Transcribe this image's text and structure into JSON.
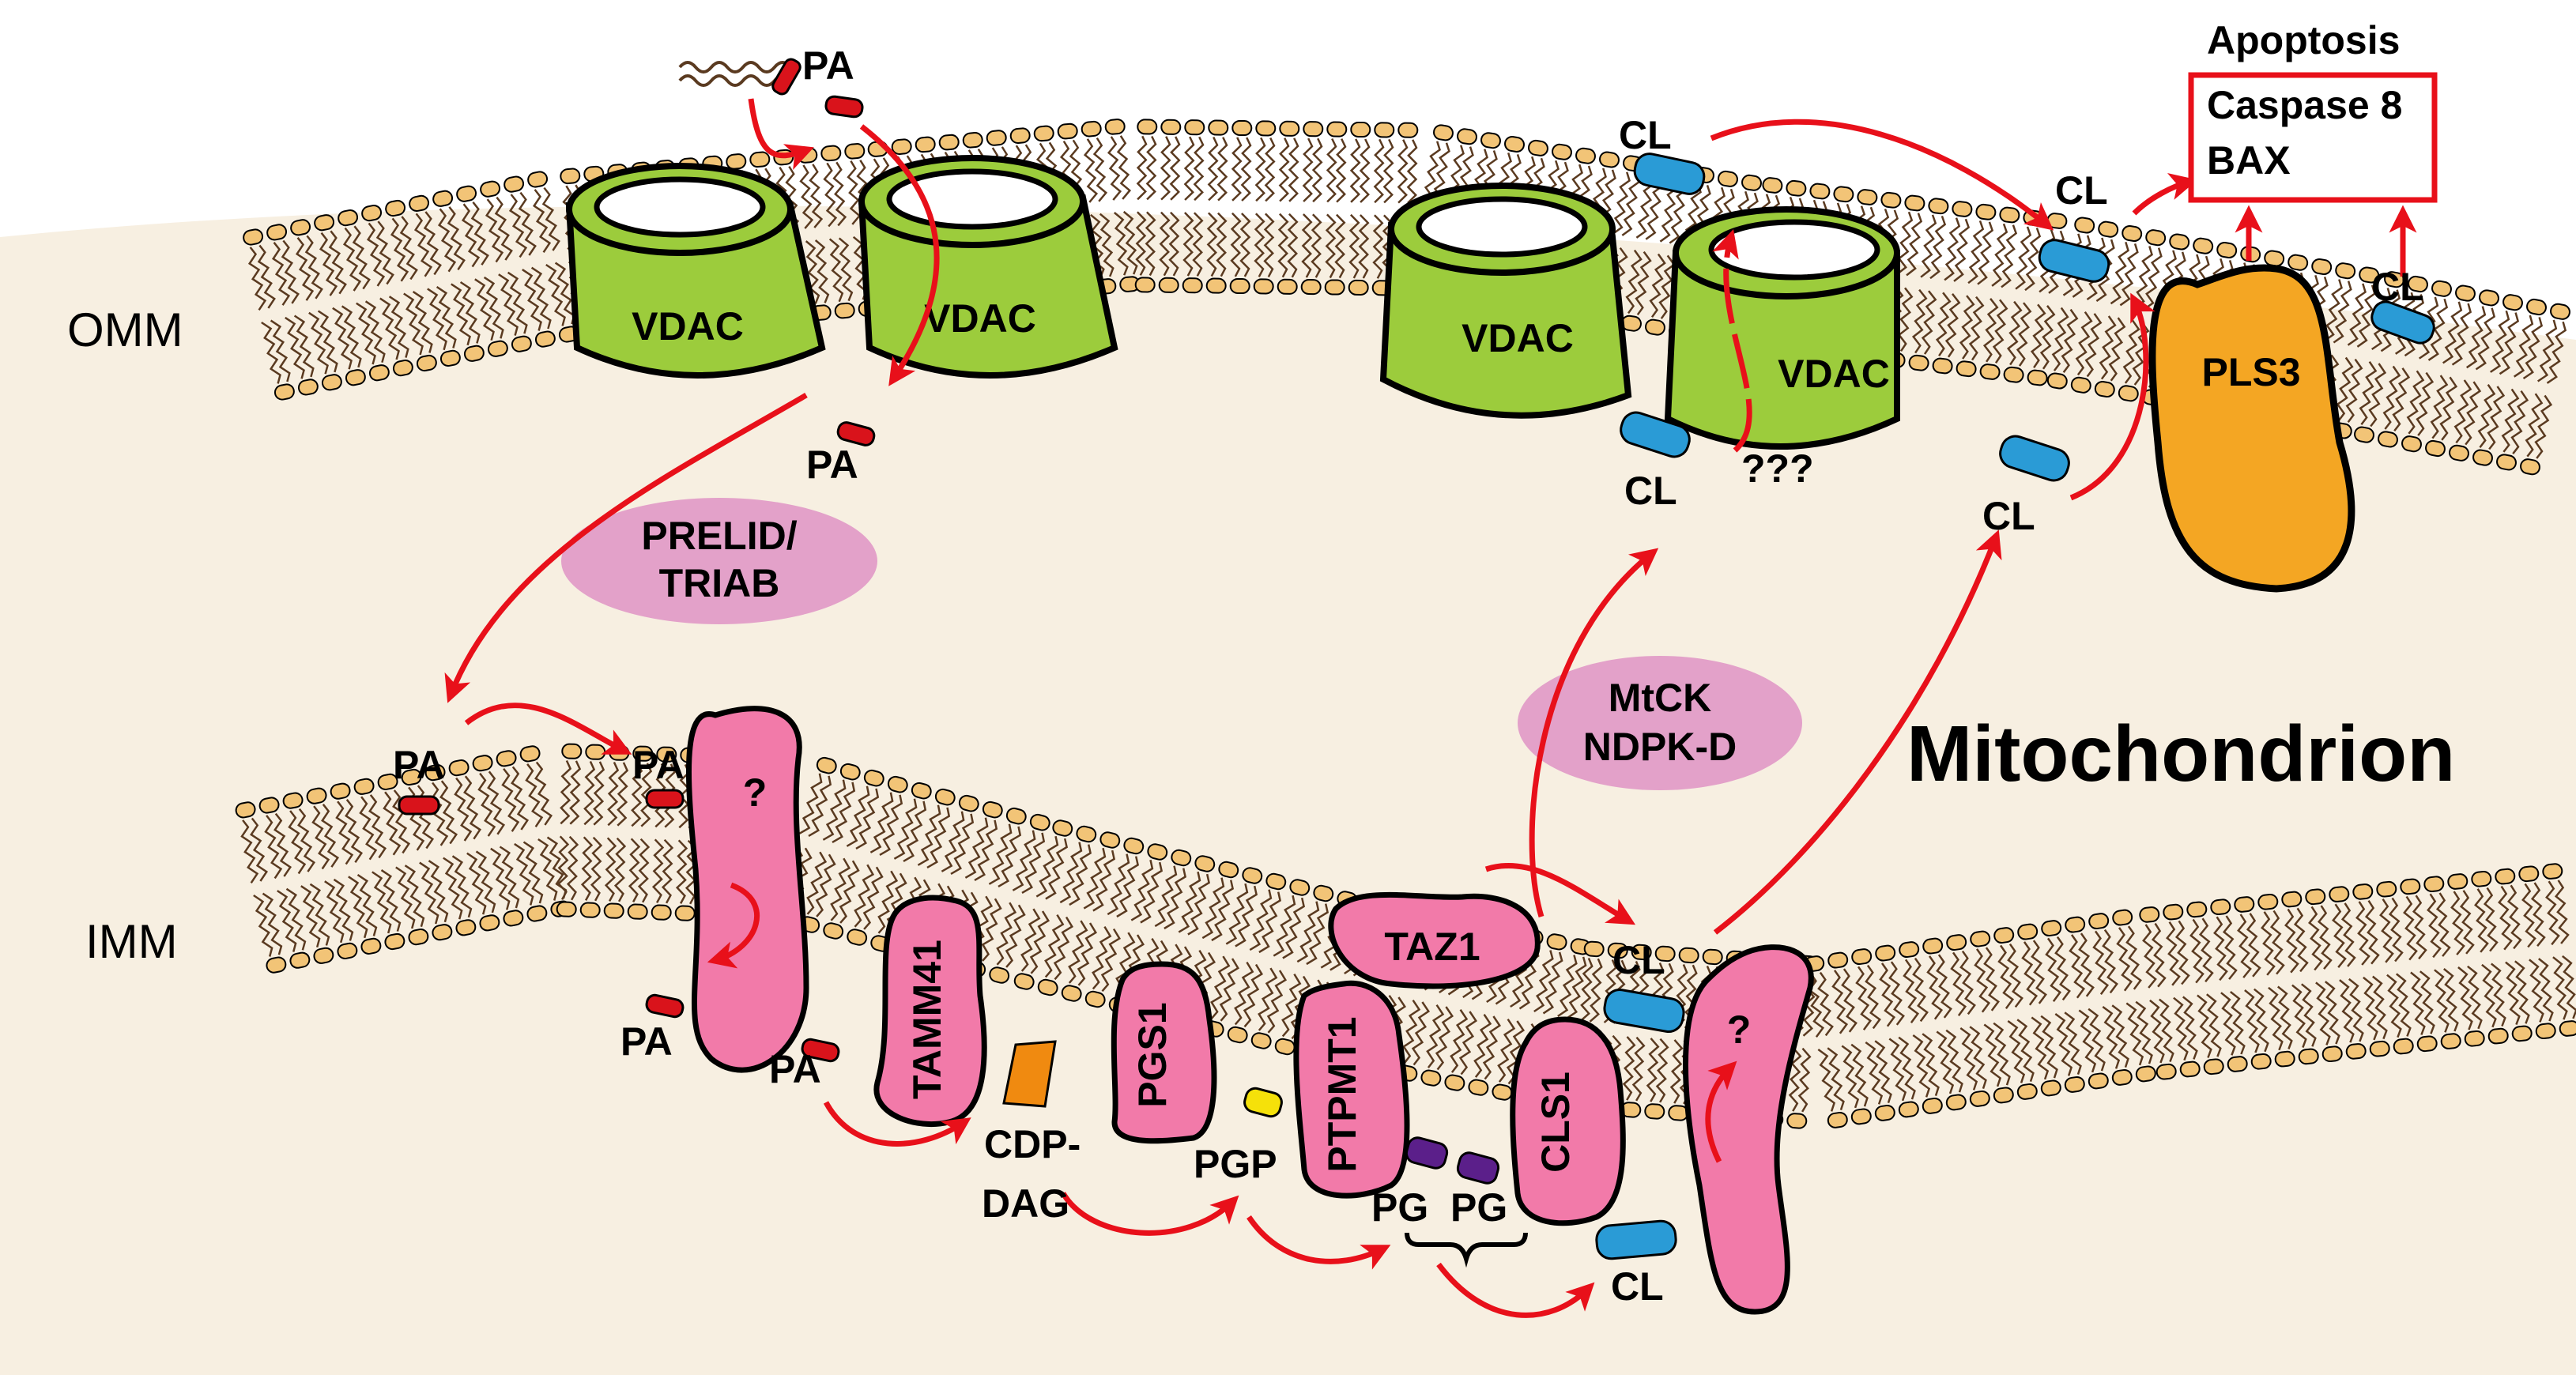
{
  "regions": {
    "omm": "OMM",
    "imm": "IMM",
    "organelle": "Mitochondrion"
  },
  "proteins": {
    "vdac_1": "VDAC",
    "vdac_2": "VDAC",
    "vdac_3": "VDAC",
    "vdac_4": "VDAC",
    "pls3": "PLS3",
    "tamm41": "TAMM41",
    "pgs1": "PGS1",
    "ptpmt1": "PTPMT1",
    "taz1": "TAZ1",
    "cls1": "CLS1",
    "unknown_1": "?",
    "unknown_2": "?"
  },
  "transfer_factors": {
    "prelid": [
      "PRELID/",
      "TRIAB"
    ],
    "mtck": [
      "MtCK",
      "NDPK-D"
    ]
  },
  "lipids": {
    "pa_top": "PA",
    "pa_omm_inner": "PA",
    "pa_imm_outer_1": "PA",
    "pa_imm_outer_2": "PA",
    "pa_imm_inner_1": "PA",
    "pa_imm_inner_2": "PA",
    "cdp_dag": [
      "CDP-",
      "DAG"
    ],
    "pgp": "PGP",
    "pg_1": "PG",
    "pg_2": "PG",
    "cl_omm_top": "CL",
    "cl_omm_bottom": "CL",
    "cl_omm_right_top": "CL",
    "cl_omm_right_bottom": "CL",
    "cl_omm_far_right": "CL",
    "cl_imm_top": "CL",
    "cl_imm_bottom": "CL"
  },
  "unknown_mechanism": "???",
  "apoptosis": {
    "title": "Apoptosis",
    "items": [
      "Caspase 8",
      "BAX"
    ]
  },
  "colors": {
    "vdac": "#9ccc3c",
    "pls3": "#f4a623",
    "imm_protein": "#f27aa9",
    "transfer_factor": "#e3a1c9",
    "arrow": "#e8101a",
    "pa": "#d9131b",
    "cl": "#2a9bd6",
    "cdp_dag": "#f08a10",
    "pgp": "#f5e10a",
    "pg": "#5b1f8a",
    "head": "#f2c477",
    "tail": "#5a3a20",
    "cytoplasm": "#f7efe1"
  }
}
